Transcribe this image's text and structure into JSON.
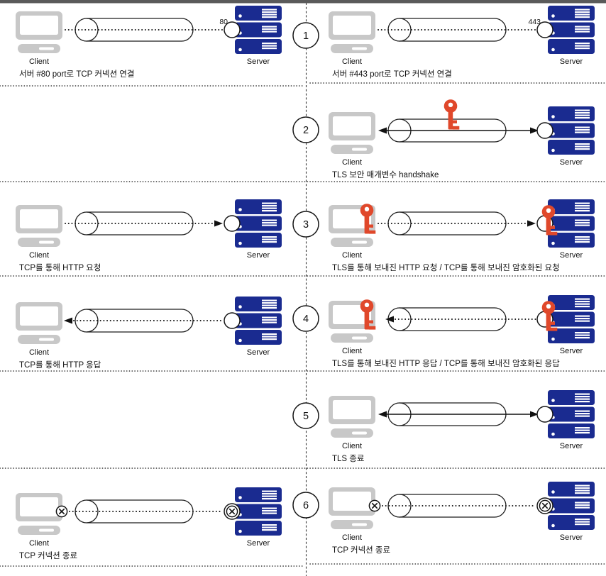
{
  "colors": {
    "server_blue": "#1a2b90",
    "key_red": "#e0482b",
    "client_gray": "#c8c8c8",
    "topbar_gray": "#5a5a5a"
  },
  "steps": [
    "1",
    "2",
    "3",
    "4",
    "5",
    "6"
  ],
  "panels": {
    "row1_left": {
      "client": "Client",
      "server": "Server",
      "port": "80",
      "caption": "서버 #80 port로 TCP 커넥션 연결"
    },
    "row1_right": {
      "client": "Client",
      "server": "Server",
      "port": "443",
      "caption": "서버 #443 port로 TCP 커넥션 연결"
    },
    "row2_right": {
      "client": "Client",
      "server": "Server",
      "caption": "TLS 보안 매개변수 handshake"
    },
    "row3_left": {
      "client": "Client",
      "server": "Server",
      "caption": "TCP를 통해 HTTP 요청"
    },
    "row3_right": {
      "client": "Client",
      "server": "Server",
      "caption": "TLS를 통해 보내진 HTTP 요청 / TCP를 통해 보내진 암호화된 요청"
    },
    "row4_left": {
      "client": "Client",
      "server": "Server",
      "caption": "TCP를 통해 HTTP 응답"
    },
    "row4_right": {
      "client": "Client",
      "server": "Server",
      "caption": "TLS를 통해 보내진 HTTP 응답 / TCP를 통해 보내진 암호화된 응답"
    },
    "row5_right": {
      "client": "Client",
      "server": "Server",
      "caption": "TLS 종료"
    },
    "row6_left": {
      "client": "Client",
      "server": "Server",
      "caption": "TCP 커넥션 종료"
    },
    "row6_right": {
      "client": "Client",
      "server": "Server",
      "caption": "TCP 커넥션 종료"
    }
  }
}
